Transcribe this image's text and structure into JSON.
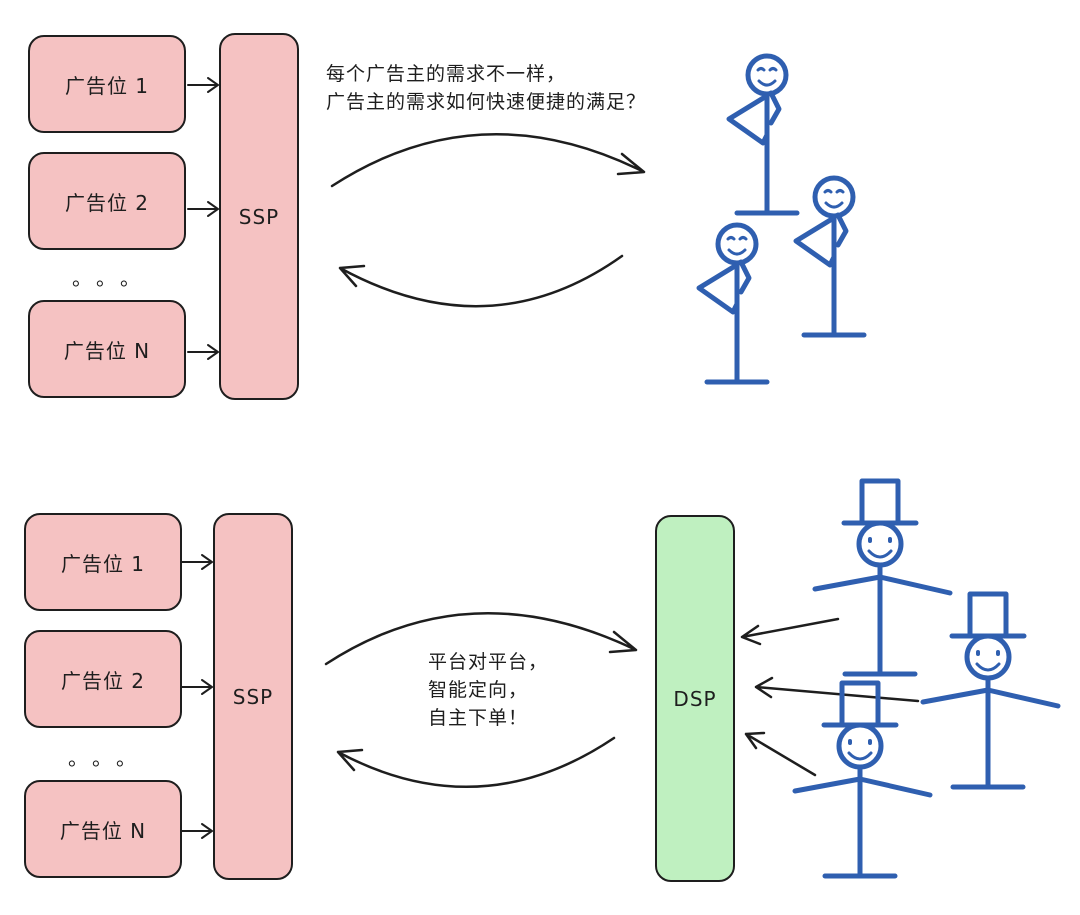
{
  "top": {
    "slots": [
      "广告位 1",
      "广告位 2",
      "广告位 N"
    ],
    "ellipsis": "。。。",
    "ssp_label": "SSP",
    "caption": [
      "每个广告主的需求不一样，",
      "广告主的需求如何快速便捷的满足？"
    ]
  },
  "bottom": {
    "slots": [
      "广告位 1",
      "广告位 2",
      "广告位 N"
    ],
    "ellipsis": "。。。",
    "ssp_label": "SSP",
    "dsp_label": "DSP",
    "caption": [
      "平台对平台，",
      "智能定向，",
      "自主下单！"
    ]
  },
  "colors": {
    "slot_fill": "#f5c2c2",
    "dsp_fill": "#bff0c0",
    "figure_stroke": "#2f5fb0",
    "stroke": "#1e1e1e"
  }
}
